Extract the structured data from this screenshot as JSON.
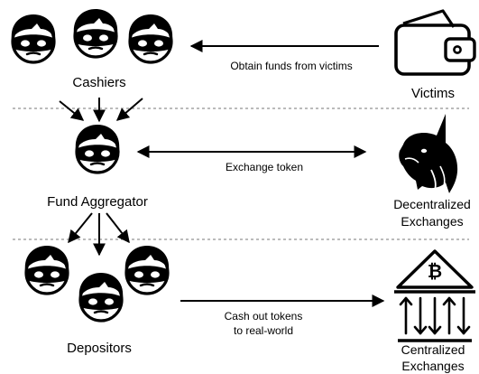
{
  "groups": {
    "cashiers": "Cashiers",
    "aggregator": "Fund Aggregator",
    "depositors": "Depositors"
  },
  "sources": {
    "victims": "Victims",
    "dex_line1": "Decentralized",
    "dex_line2": "Exchanges",
    "cex_line1": "Centralized",
    "cex_line2": "Exchanges"
  },
  "flows": {
    "obtain": "Obtain funds from victims",
    "exchange": "Exchange token",
    "cashout_line1": "Cash out tokens",
    "cashout_line2": "to real-world"
  },
  "icons": {
    "actor": "masked-criminal-icon",
    "wallet": "wallet-icon",
    "dex": "unicorn-icon",
    "cex": "bank-bitcoin-icon",
    "bitcoin_symbol": "₿"
  }
}
